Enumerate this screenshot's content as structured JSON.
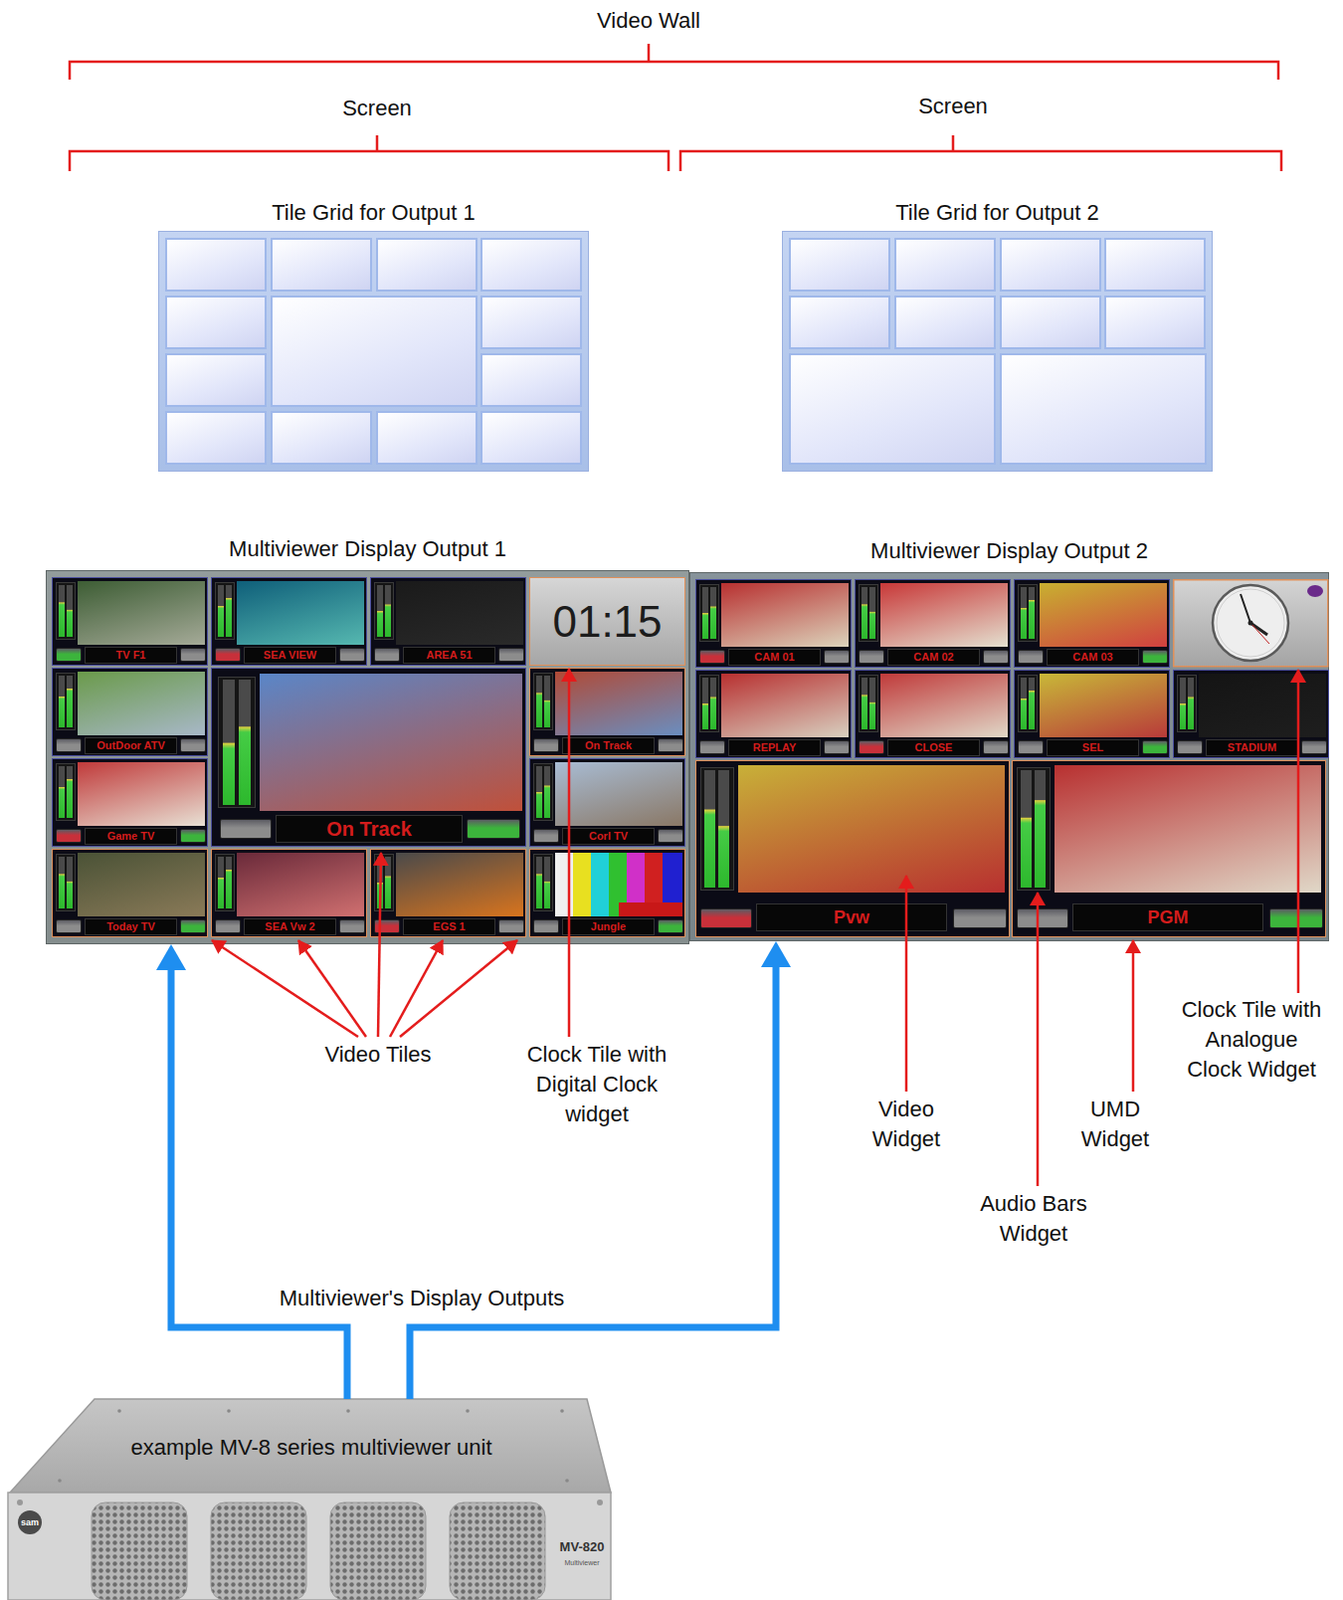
{
  "diagram": {
    "nodes": [
      {
        "text": [
          "Tile Grid for Output 1"
        ]
      },
      {
        "text": [
          "Tile Grid for Output 2"
        ]
      },
      {
        "text": [
          "Multiviewer Display Output 1"
        ]
      },
      {
        "text": [
          "TV F1"
        ],
        "in": 2
      },
      {
        "text": [
          "SEA VIEW"
        ],
        "in": 2
      },
      {
        "text": [
          "AREA 51"
        ],
        "in": 2
      },
      {
        "text": [
          "01:15"
        ],
        "in": 2
      },
      {
        "text": [
          "OutDoor ATV"
        ],
        "in": 2
      },
      {
        "text": [
          "On Track"
        ],
        "in": 2
      },
      {
        "text": [
          "On Track"
        ],
        "in": 2
      },
      {
        "text": [
          "Game TV"
        ],
        "in": 2
      },
      {
        "text": [
          "Corl TV"
        ],
        "in": 2
      },
      {
        "text": [
          "Today TV"
        ],
        "in": 2
      },
      {
        "text": [
          "SEA Vw 2"
        ],
        "in": 2
      },
      {
        "text": [
          "EGS 1"
        ],
        "in": 2
      },
      {
        "text": [
          "Jungle"
        ],
        "in": 2
      },
      {
        "text": [
          "Multiviewer Display Output 2"
        ]
      },
      {
        "text": [
          "CAM 01"
        ],
        "in": 16
      },
      {
        "text": [
          "CAM 02"
        ],
        "in": 16
      },
      {
        "text": [
          "CAM 03"
        ],
        "in": 16
      },
      {
        "text": [
          "REPLAY"
        ],
        "in": 16
      },
      {
        "text": [
          "CLOSE"
        ],
        "in": 16
      },
      {
        "text": [
          "SEL"
        ],
        "in": 16
      },
      {
        "text": [
          "STADIUM"
        ],
        "in": 16
      },
      {
        "text": [
          "Pvw"
        ],
        "in": 16
      },
      {
        "text": [
          "PGM"
        ],
        "in": 16
      },
      {
        "text": [
          "example MV-8 series multiviewer unit",
          "sam",
          "MV-820",
          "Multiviewer"
        ]
      }
    ],
    "edges": [
      {
        "from": 26,
        "to": 2,
        "arrow": "to"
      },
      {
        "from": 26,
        "to": 16,
        "arrow": "to"
      }
    ],
    "labels": [
      "Video Wall",
      "Screen",
      "Screen",
      "Clock Tile with Analogue Clock Widget",
      "Video Tiles",
      "Clock Tile with Digital Clock widget",
      "Video Widget",
      "UMD Widget",
      "Audio Bars Widget",
      "Multiviewer's Display Outputs"
    ]
  }
}
